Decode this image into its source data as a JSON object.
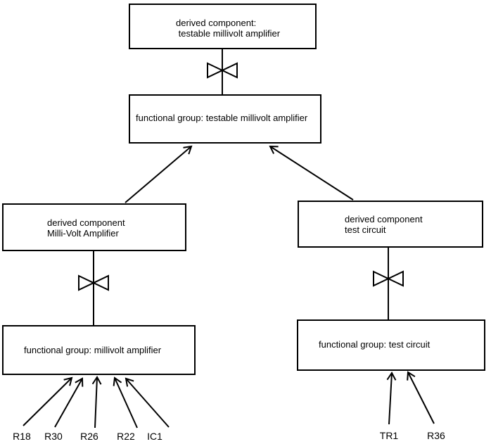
{
  "diagram": {
    "background_color": "#ffffff",
    "line_color": "#000000",
    "nodes": {
      "top_derived": {
        "label": "derived component:\n testable millivolt amplifier"
      },
      "top_functional": {
        "label": "functional group: testable millivolt amplifier"
      },
      "left_derived": {
        "label": "derived component\nMilli-Volt Amplifier"
      },
      "left_functional": {
        "label": "functional group: millivolt amplifier"
      },
      "right_derived": {
        "label": "derived component\ntest circuit"
      },
      "right_functional": {
        "label": "functional group: test circuit"
      }
    },
    "left_component_labels": [
      {
        "label": "R18"
      },
      {
        "label": "R30"
      },
      {
        "label": "R26"
      },
      {
        "label": "R22"
      },
      {
        "label": "IC1"
      }
    ],
    "right_component_labels": [
      {
        "label": "TR1"
      },
      {
        "label": "R36"
      }
    ]
  }
}
